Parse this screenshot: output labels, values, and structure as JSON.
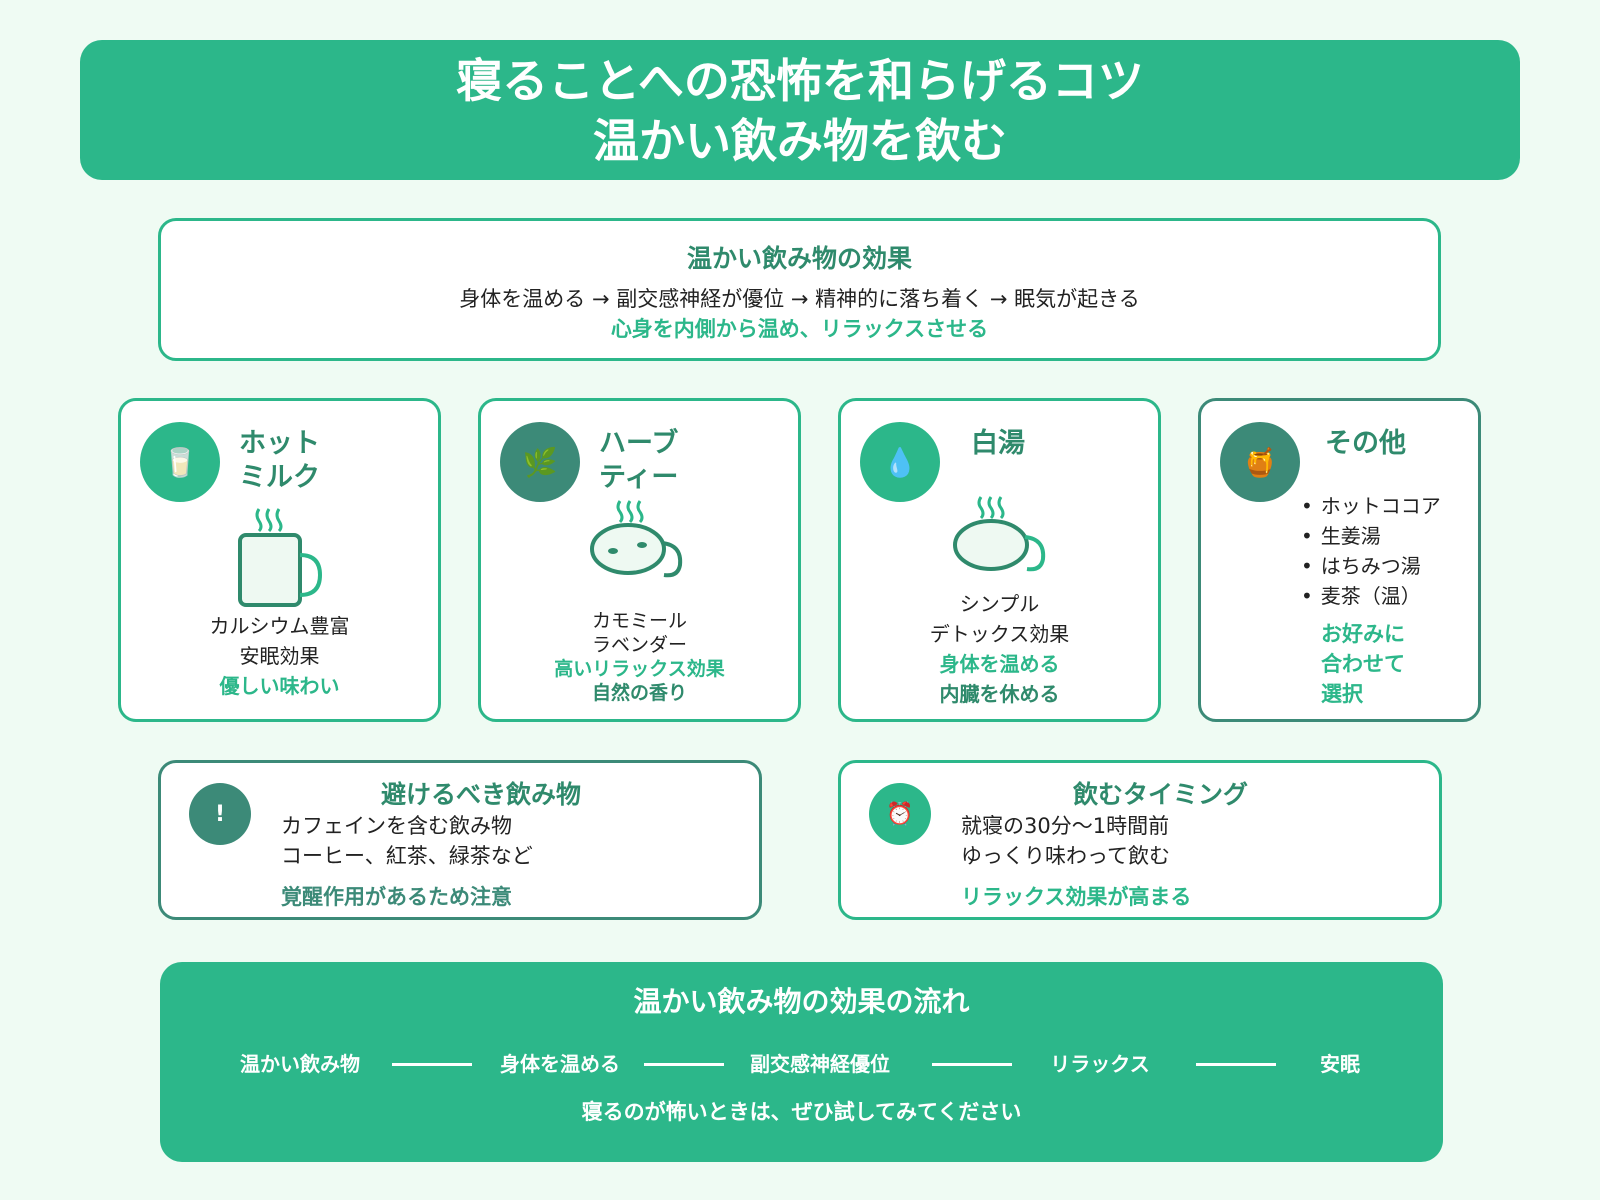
{
  "header": {
    "title_line1": "寝ることへの恐怖を和らげるコツ",
    "title_line2": "温かい飲み物を飲む"
  },
  "effect": {
    "heading": "温かい飲み物の効果",
    "flow": "身体を温める → 副交感神経が優位 → 精神的に落ち着く → 眠気が起きる",
    "summary": "心身を内側から温め、リラックスさせる"
  },
  "cards": {
    "milk": {
      "icon": "🥛",
      "title_line1": "ホット",
      "title_line2": "ミルク",
      "line1": "カルシウム豊富",
      "line2": "安眠効果",
      "highlight": "優しい味わい"
    },
    "herb": {
      "icon": "🌿",
      "title_line1": "ハーブ",
      "title_line2": "ティー",
      "line1": "カモミール",
      "line2": "ラベンダー",
      "highlight": "高いリラックス効果",
      "line3": "自然の香り"
    },
    "water": {
      "icon": "💧",
      "title": "白湯",
      "line1": "シンプル",
      "line2": "デトックス効果",
      "highlight1": "身体を温める",
      "highlight2": "内臓を休める"
    },
    "others": {
      "icon": "🍯",
      "title": "その他",
      "items": [
        "ホットココア",
        "生姜湯",
        "はちみつ湯",
        "麦茶（温）"
      ],
      "note1": "お好みに",
      "note2": "合わせて",
      "note3": "選択"
    }
  },
  "avoid": {
    "icon": "!",
    "heading": "避けるべき飲み物",
    "line1": "カフェインを含む飲み物",
    "line2": "コーヒー、紅茶、緑茶など",
    "note": "覚醒作用があるため注意"
  },
  "timing": {
    "icon": "⏰",
    "heading": "飲むタイミング",
    "line1": "就寝の30分〜1時間前",
    "line2": "ゆっくり味わって飲む",
    "note": "リラックス効果が高まる"
  },
  "footer": {
    "heading": "温かい飲み物の効果の流れ",
    "steps": [
      "温かい飲み物",
      "身体を温める",
      "副交感神経優位",
      "リラックス",
      "安眠"
    ],
    "bottom": "寝るのが怖いときは、ぜひ試してみてください"
  },
  "colors": {
    "primary": "#2cb78a",
    "dark": "#3c8a78",
    "heading": "#2f8a6c",
    "background": "#effbf3"
  }
}
